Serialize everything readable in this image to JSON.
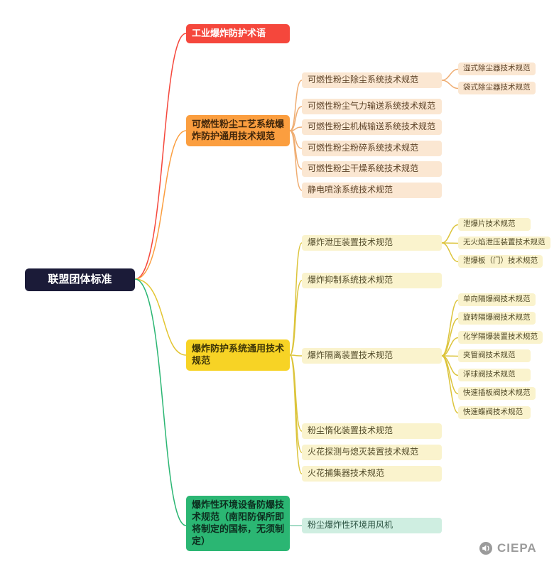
{
  "root": {
    "label": "联盟团体标准"
  },
  "branches": [
    {
      "label": "工业爆炸防护术语"
    },
    {
      "label": "可燃性粉尘工艺系统爆炸防护通用技术规范",
      "children": [
        {
          "label": "可燃性粉尘除尘系统技术规范",
          "children": [
            {
              "label": "湿式除尘器技术规范"
            },
            {
              "label": "袋式除尘器技术规范"
            }
          ]
        },
        {
          "label": "可燃性粉尘气力输送系统技术规范"
        },
        {
          "label": "可燃性粉尘机械输送系统技术规范"
        },
        {
          "label": "可燃性粉尘粉碎系统技术规范"
        },
        {
          "label": "可燃性粉尘干燥系统技术规范"
        },
        {
          "label": "静电喷涂系统技术规范"
        }
      ]
    },
    {
      "label": "爆炸防护系统通用技术规范",
      "children": [
        {
          "label": "爆炸泄压装置技术规范",
          "children": [
            {
              "label": "泄爆片技术规范"
            },
            {
              "label": "无火焰泄压装置技术规范"
            },
            {
              "label": "泄爆板（门）技术规范"
            }
          ]
        },
        {
          "label": "爆炸抑制系统技术规范"
        },
        {
          "label": "爆炸隔离装置技术规范",
          "children": [
            {
              "label": "单向隔爆阀技术规范"
            },
            {
              "label": "旋转隔爆阀技术规范"
            },
            {
              "label": "化学隔爆装置技术规范"
            },
            {
              "label": "夹管阀技术规范"
            },
            {
              "label": "浮球阀技术规范"
            },
            {
              "label": "快速插板阀技术规范"
            },
            {
              "label": "快速蝶阀技术规范"
            }
          ]
        },
        {
          "label": "粉尘惰化装置技术规范"
        },
        {
          "label": "火花探测与熄灭装置技术规范"
        },
        {
          "label": "火花捕集器技术规范"
        }
      ]
    },
    {
      "label": "爆炸性环境设备防爆技术规范（南阳防保所即将制定的国标，无须制定）",
      "children": [
        {
          "label": "粉尘爆炸性环境用风机"
        }
      ]
    }
  ],
  "watermark": {
    "label": "CIEPA"
  },
  "colors": {
    "root_bg": "#1b1b38",
    "branch_red": "#f5473c",
    "branch_orange": "#fb9e3f",
    "branch_yellow": "#f7d325",
    "branch_green": "#2bb673",
    "leaf_orange_bg": "#fbe7d2",
    "leaf_yellow_bg": "#faf3cd",
    "leaf_teal_bg": "#cfeee1",
    "connector_orange": "#efad72",
    "connector_yellow": "#dcc43b",
    "connector_teal": "#86cfb4",
    "watermark_gray": "#9b9b9b"
  }
}
